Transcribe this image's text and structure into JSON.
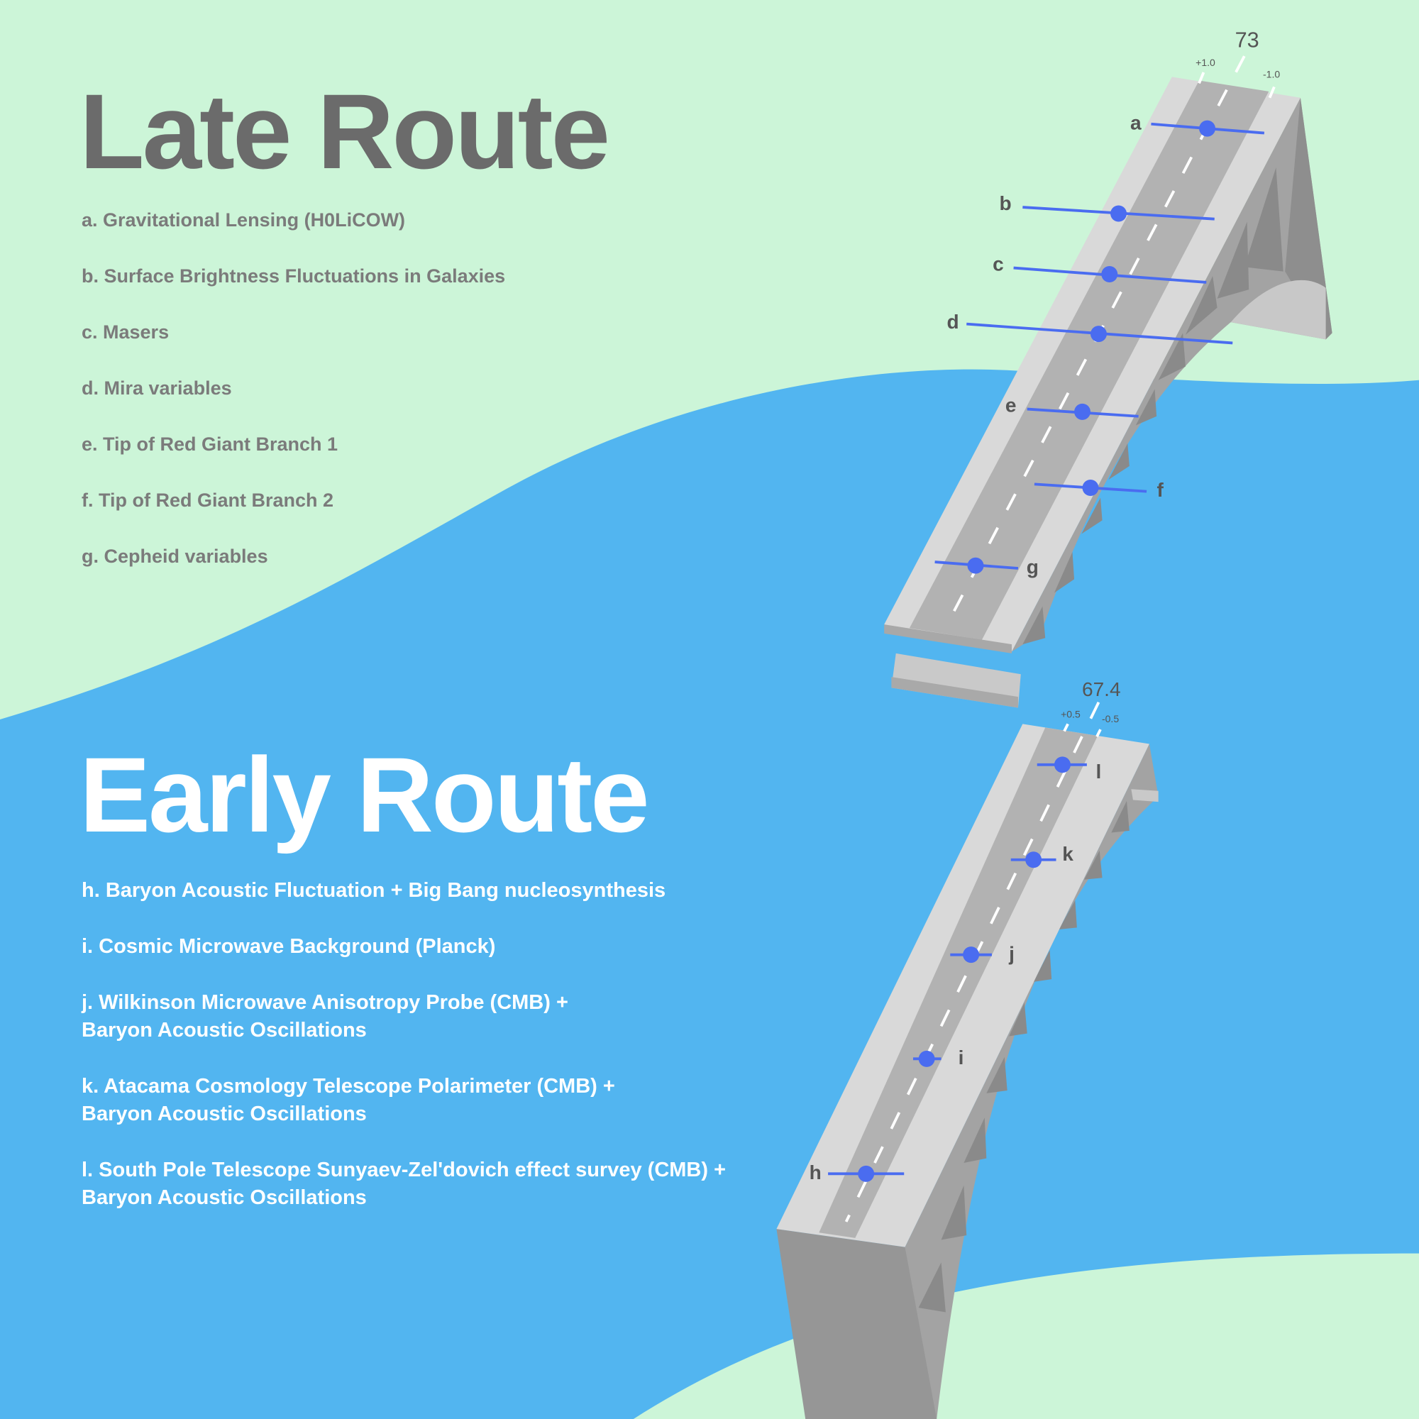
{
  "late": {
    "title": "Late Route",
    "items": [
      "a. Gravitational Lensing (H0LiCOW)",
      "b. Surface Brightness Fluctuations in Galaxies",
      "c. Masers",
      "d. Mira variables",
      "e. Tip of Red Giant Branch 1",
      "f. Tip of Red Giant Branch 2",
      "g. Cepheid variables"
    ],
    "axis": {
      "center": "73",
      "plus": "+1.0",
      "minus": "-1.0"
    }
  },
  "early": {
    "title": "Early Route",
    "items": [
      [
        "h. Baryon Acoustic Fluctuation + Big Bang nucleosynthesis"
      ],
      [
        "i. Cosmic Microwave Background (Planck)"
      ],
      [
        "j. Wilkinson Microwave Anisotropy Probe (CMB) +",
        "Baryon Acoustic Oscillations"
      ],
      [
        "k. Atacama Cosmology Telescope Polarimeter (CMB) +",
        "Baryon Acoustic Oscillations"
      ],
      [
        "l. South Pole Telescope Sunyaev-Zel'dovich effect survey (CMB)  +",
        "Baryon Acoustic Oscillations"
      ]
    ],
    "axis": {
      "center": "67.4",
      "plus": "+0.5",
      "minus": "-0.5"
    }
  },
  "markers": {
    "a": "a",
    "b": "b",
    "c": "c",
    "d": "d",
    "e": "e",
    "f": "f",
    "g": "g",
    "h": "h",
    "i": "i",
    "j": "j",
    "k": "k",
    "l": "l"
  },
  "colors": {
    "mint": "#CCF5D8",
    "blue": "#52B5F0",
    "marker": "#4A6CF0",
    "deck": "#D8D8D8",
    "road": "#B0B0B0",
    "side": "#9A9A9A"
  }
}
